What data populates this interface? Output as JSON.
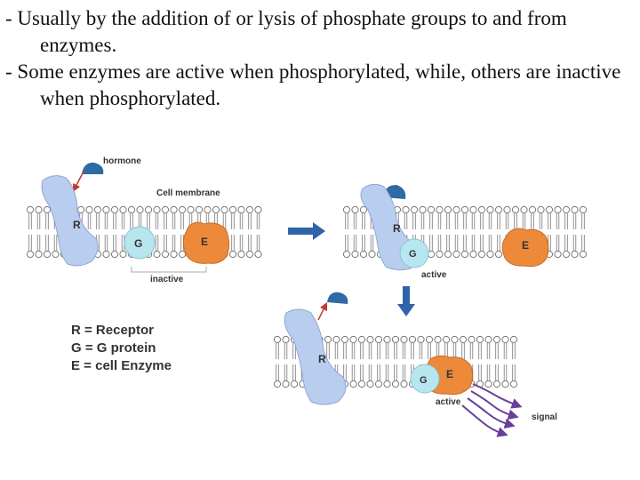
{
  "bullets": [
    "- Usually by the addition of or lysis of phosphate groups to and from enzymes.",
    "- Some enzymes are active when phosphorylated, while, others are inactive when phosphorylated."
  ],
  "diagram": {
    "labels": {
      "hormone": "hormone",
      "cell_membrane": "Cell membrane",
      "inactive": "inactive",
      "active_top": "active",
      "active_bottom": "active",
      "signal": "signal",
      "R": "R",
      "G": "G",
      "E": "E"
    },
    "legend": [
      "R = Receptor",
      "G = G protein",
      "E = cell Enzyme"
    ],
    "colors": {
      "receptor": "#b9cdef",
      "gprotein": "#b7e6ef",
      "enzyme": "#ec8a3a",
      "hormone": "#2e6aa6",
      "arrow": "#2f64a8",
      "membrane": "#777777",
      "signal": "#6a3f9a"
    }
  }
}
